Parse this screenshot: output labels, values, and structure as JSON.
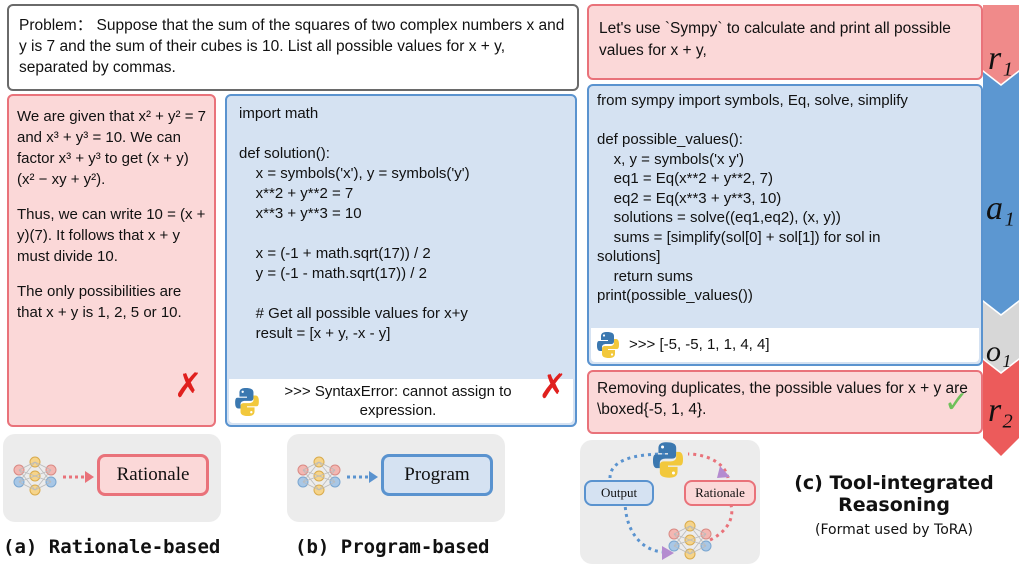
{
  "problem": "Problem： Suppose that the sum of the squares of two complex numbers x and y is 7 and the sum of their cubes is 10. List all possible values for x + y, separated by commas.",
  "rationale": {
    "p1": "We are given that x² + y² = 7 and x³ + y³ = 10. We can factor x³ + y³ to get (x + y)(x² − xy + y²).",
    "p2": "Thus, we can write 10 = (x + y)(7). It follows that x + y must divide 10.",
    "p3": "The only possibilities are that x + y is 1, 2, 5 or 10."
  },
  "program": {
    "code": "import math\n\ndef solution():\n    x = symbols('x'), y = symbols('y')\n    x**2 + y**2 = 7\n    x**3 + y**3 = 10\n\n    x = (-1 + math.sqrt(17)) / 2\n    y = (-1 - math.sqrt(17)) / 2\n\n    # Get all possible values for x+y\n    result = [x + y, -x - y]",
    "output": ">>> SyntaxError: cannot assign to expression."
  },
  "tora": {
    "r1": "Let's use `Sympy` to calculate and print all possible values for x + y,",
    "code": "from sympy import symbols, Eq, solve, simplify\n\ndef possible_values():\n    x, y = symbols('x y')\n    eq1 = Eq(x**2 + y**2, 7)\n    eq2 = Eq(x**3 + y**3, 10)\n    solutions = solve((eq1,eq2), (x, y))\n    sums = [simplify(sol[0] + sol[1]) for sol in\nsolutions]\n    return sums\nprint(possible_values())",
    "output": ">>> [-5, -5, 1, 1, 4, 4]",
    "r2": "Removing duplicates, the possible values for x + y are \\boxed{-5, 1, 4}."
  },
  "labels": {
    "r1": "r₁",
    "a1": "a₁",
    "o1": "o₁",
    "r2": "r₂"
  },
  "diagrams": {
    "rationale_pill": "Rationale",
    "program_pill": "Program",
    "tora_output": "Output",
    "tora_rationale": "Rationale"
  },
  "captions": {
    "a": "(a) Rationale-based",
    "b": "(b) Program-based",
    "c": "(c) Tool-integrated Reasoning",
    "c_sub": "(Format used by ToRA)"
  },
  "colors": {
    "red_border": "#e9727a",
    "red_fill": "#fbd8d8",
    "blue_border": "#5a93cf",
    "blue_fill": "#d5e2f2"
  }
}
